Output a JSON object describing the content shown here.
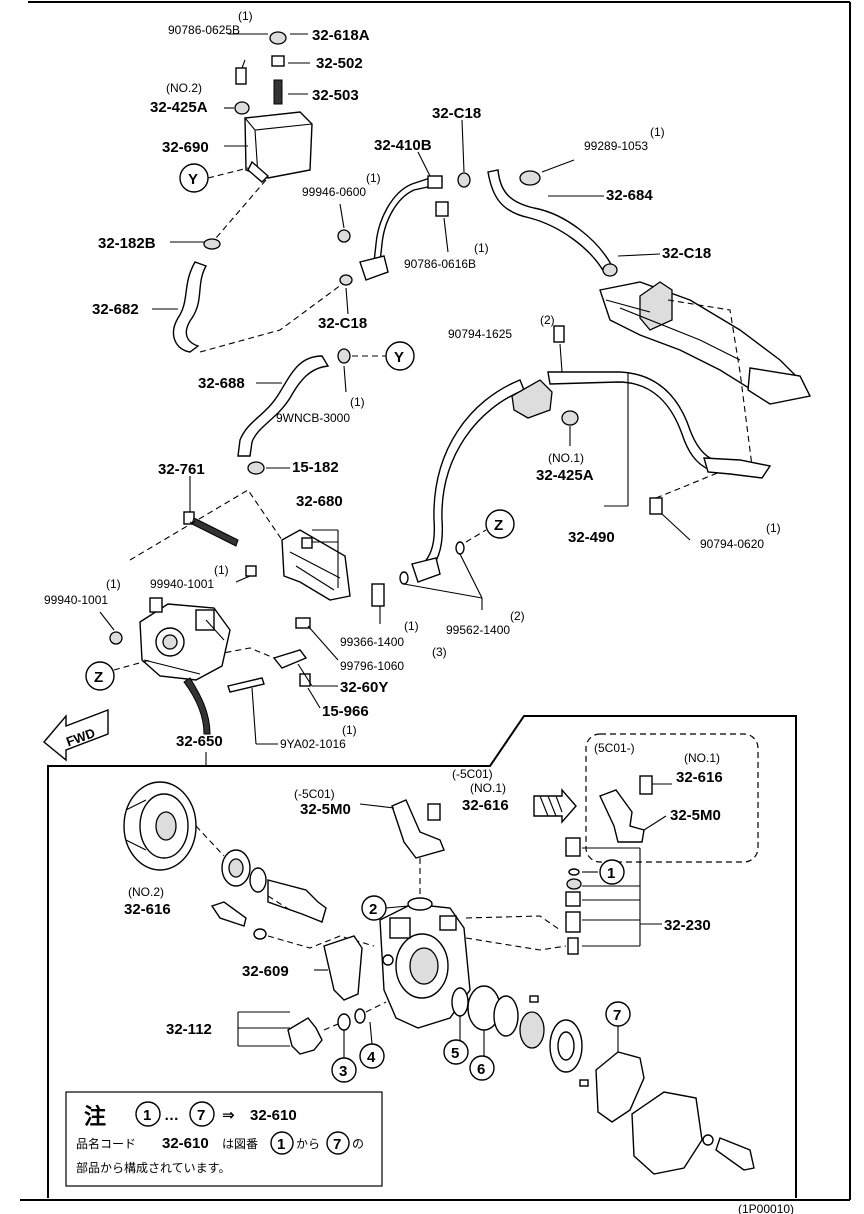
{
  "callouts": {
    "c1": "1",
    "c2": "2",
    "c3": "3",
    "c4": "4",
    "c5": "5",
    "c6": "6",
    "c7": "7",
    "Y": "Y",
    "Z": "Z"
  },
  "labels": {
    "p_90786_0625B_q": "(1)",
    "p_90786_0625B": "90786-0625B",
    "p_32_618A": "32-618A",
    "p_32_502": "32-502",
    "p_32_425A_top_q": "(NO.2)",
    "p_32_425A_top": "32-425A",
    "p_32_503": "32-503",
    "p_32_690": "32-690",
    "p_32_C18_top": "32-C18",
    "p_32_410B": "32-410B",
    "p_99289_1053_q": "(1)",
    "p_99289_1053": "99289-1053",
    "p_99946_0600_q": "(1)",
    "p_99946_0600": "99946-0600",
    "p_32_684": "32-684",
    "p_32_182B": "32-182B",
    "p_90786_0616B_q": "(1)",
    "p_90786_0616B": "90786-0616B",
    "p_32_C18_right": "32-C18",
    "p_32_682": "32-682",
    "p_32_C18_mid": "32-C18",
    "p_90794_1625_q": "(2)",
    "p_90794_1625": "90794-1625",
    "p_32_688": "32-688",
    "p_9WNCB_3000_q": "(1)",
    "p_9WNCB_3000": "9WNCB-3000",
    "p_32_425A_no1_q": "(NO.1)",
    "p_32_425A_no1": "32-425A",
    "p_32_761": "32-761",
    "p_15_182": "15-182",
    "p_32_680": "32-680",
    "p_90794_0620_q": "(1)",
    "p_90794_0620": "90794-0620",
    "p_32_490": "32-490",
    "p_99940_1001a_q": "(1)",
    "p_99940_1001a": "99940-1001",
    "p_99940_1001b_q": "(1)",
    "p_99940_1001b": "99940-1001",
    "p_99366_1400_q": "(1)",
    "p_99366_1400": "99366-1400",
    "p_99562_1400_q": "(2)",
    "p_99562_1400": "99562-1400",
    "p_99796_1060_q": "(3)",
    "p_99796_1060": "99796-1060",
    "p_32_60Y": "32-60Y",
    "p_15_966": "15-966",
    "p_9YA02_1016_q": "(1)",
    "p_9YA02_1016": "9YA02-1016",
    "p_32_650": "32-650",
    "fwd": "FWD",
    "p_5C01_box": "(5C01-)",
    "p_32_616_box_q": "(NO.1)",
    "p_32_616_box": "32-616",
    "p_32_5M0_box": "32-5M0",
    "p_5C01_left": "(-5C01)",
    "p_32_5M0_left": "32-5M0",
    "p_5C01_mid": "(-5C01)",
    "p_32_616_mid_q": "(NO.1)",
    "p_32_616_mid": "32-616",
    "p_32_616_no2_q": "(NO.2)",
    "p_32_616_no2": "32-616",
    "p_32_230": "32-230",
    "p_32_609": "32-609",
    "p_32_112": "32-112"
  },
  "note": {
    "title": "注",
    "from": "1",
    "dots": "…",
    "to": "7",
    "arrow": "⇒",
    "target": "32-610",
    "line2_a": "品名コード",
    "line2_b": "32-610",
    "line2_c": "は図番",
    "line2_n1": "1",
    "line2_d": "から",
    "line2_n2": "7",
    "line2_e": "の",
    "line3": "部品から構成されています。"
  },
  "footer": {
    "code": "(1P00010)"
  }
}
